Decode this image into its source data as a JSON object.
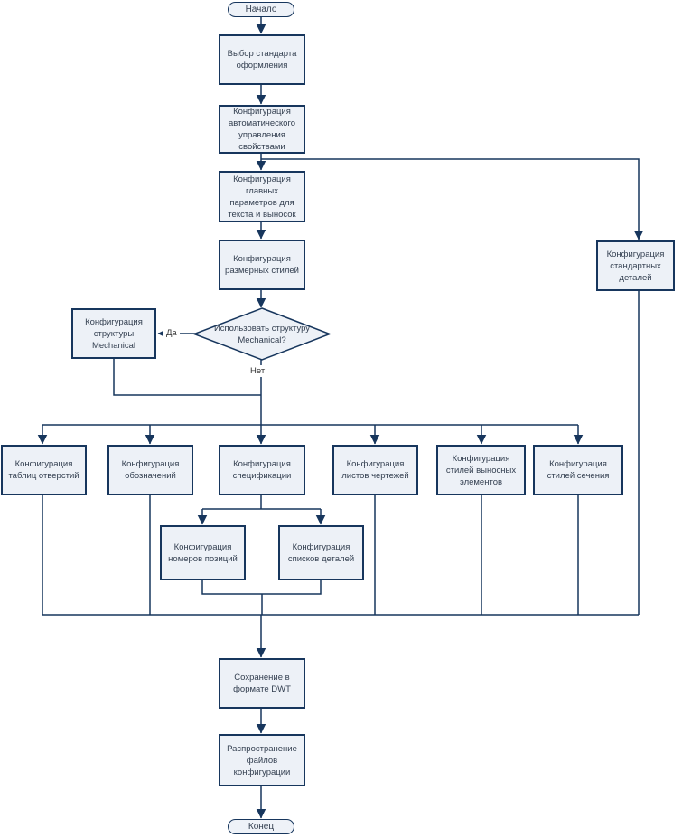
{
  "flowchart": {
    "nodes": {
      "start": "Начало",
      "select_standard": "Выбор стандарта оформления",
      "auto_properties": "Конфигурация автоматического управления свойствами",
      "main_text_params": "Конфигурация главных параметров для текста и выносок",
      "dim_styles": "Конфигурация размерных стилей",
      "use_mechanical": "Использовать структуру Mechanical?",
      "mechanical_structure": "Конфигурация структуры Mechanical",
      "standard_parts": "Конфигурация стандартных деталей",
      "hole_tables": "Конфигурация таблиц отверстий",
      "symbols": "Конфигурация обозначений",
      "bom": "Конфигурация спецификации",
      "drawing_sheets": "Конфигурация листов чертежей",
      "detail_view_styles": "Конфигурация стилей выносных элементов",
      "section_styles": "Конфигурация стилей сечения",
      "balloon_numbers": "Конфигурация номеров позиций",
      "parts_lists": "Конфигурация списков деталей",
      "save_dwt": "Сохранение в формате DWT",
      "distribute": "Распространение файлов конфигурации",
      "end": "Конец"
    },
    "branch_labels": {
      "yes": "Да",
      "no": "Нет"
    },
    "colors": {
      "node_fill": "#edf1f7",
      "node_border": "#17365d",
      "connector": "#17365d",
      "node_text": "#333f50",
      "label_text": "#333333",
      "background": "#ffffff"
    }
  }
}
